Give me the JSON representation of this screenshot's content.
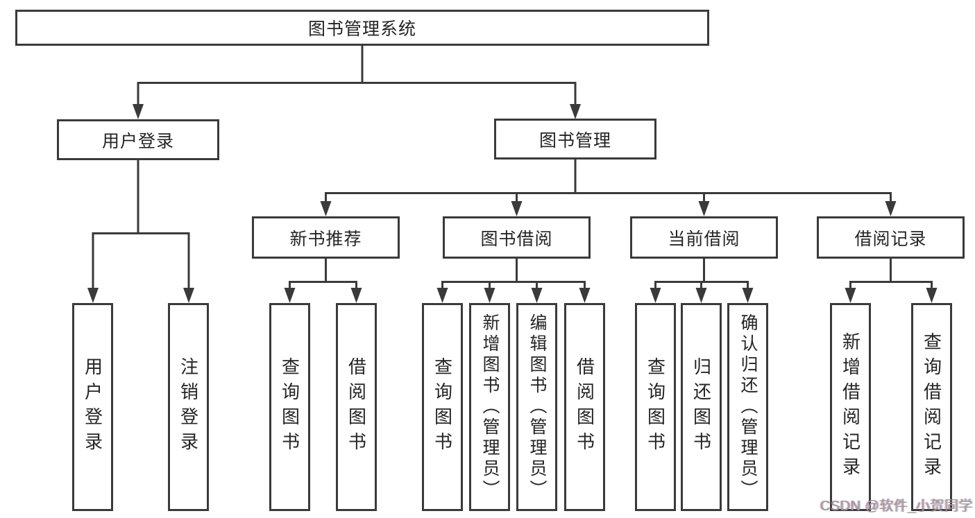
{
  "diagram": {
    "title": "图书管理系统",
    "level2": [
      {
        "label": "用户登录"
      },
      {
        "label": "图书管理"
      }
    ],
    "level3": [
      {
        "label": "新书推荐"
      },
      {
        "label": "图书借阅"
      },
      {
        "label": "当前借阅"
      },
      {
        "label": "借阅记录"
      }
    ],
    "leaves": [
      {
        "label": "用户登录"
      },
      {
        "label": "注销登录"
      },
      {
        "label": "查询图书"
      },
      {
        "label": "借阅图书"
      },
      {
        "label": "查询图书"
      },
      {
        "label": "新增图书（管理员）"
      },
      {
        "label": "编辑图书（管理员）"
      },
      {
        "label": "借阅图书"
      },
      {
        "label": "查询图书"
      },
      {
        "label": "归还图书"
      },
      {
        "label": "确认归还（管理员）"
      },
      {
        "label": "新增借阅记录"
      },
      {
        "label": "查询借阅记录"
      }
    ]
  },
  "watermark": {
    "text": "CSDN @软件_小贺同学"
  },
  "colors": {
    "line": "#3a3a3a",
    "box_border": "#3a3a3a",
    "text": "#242424",
    "background": "#ffffff",
    "watermark": "#9b9b9b"
  }
}
